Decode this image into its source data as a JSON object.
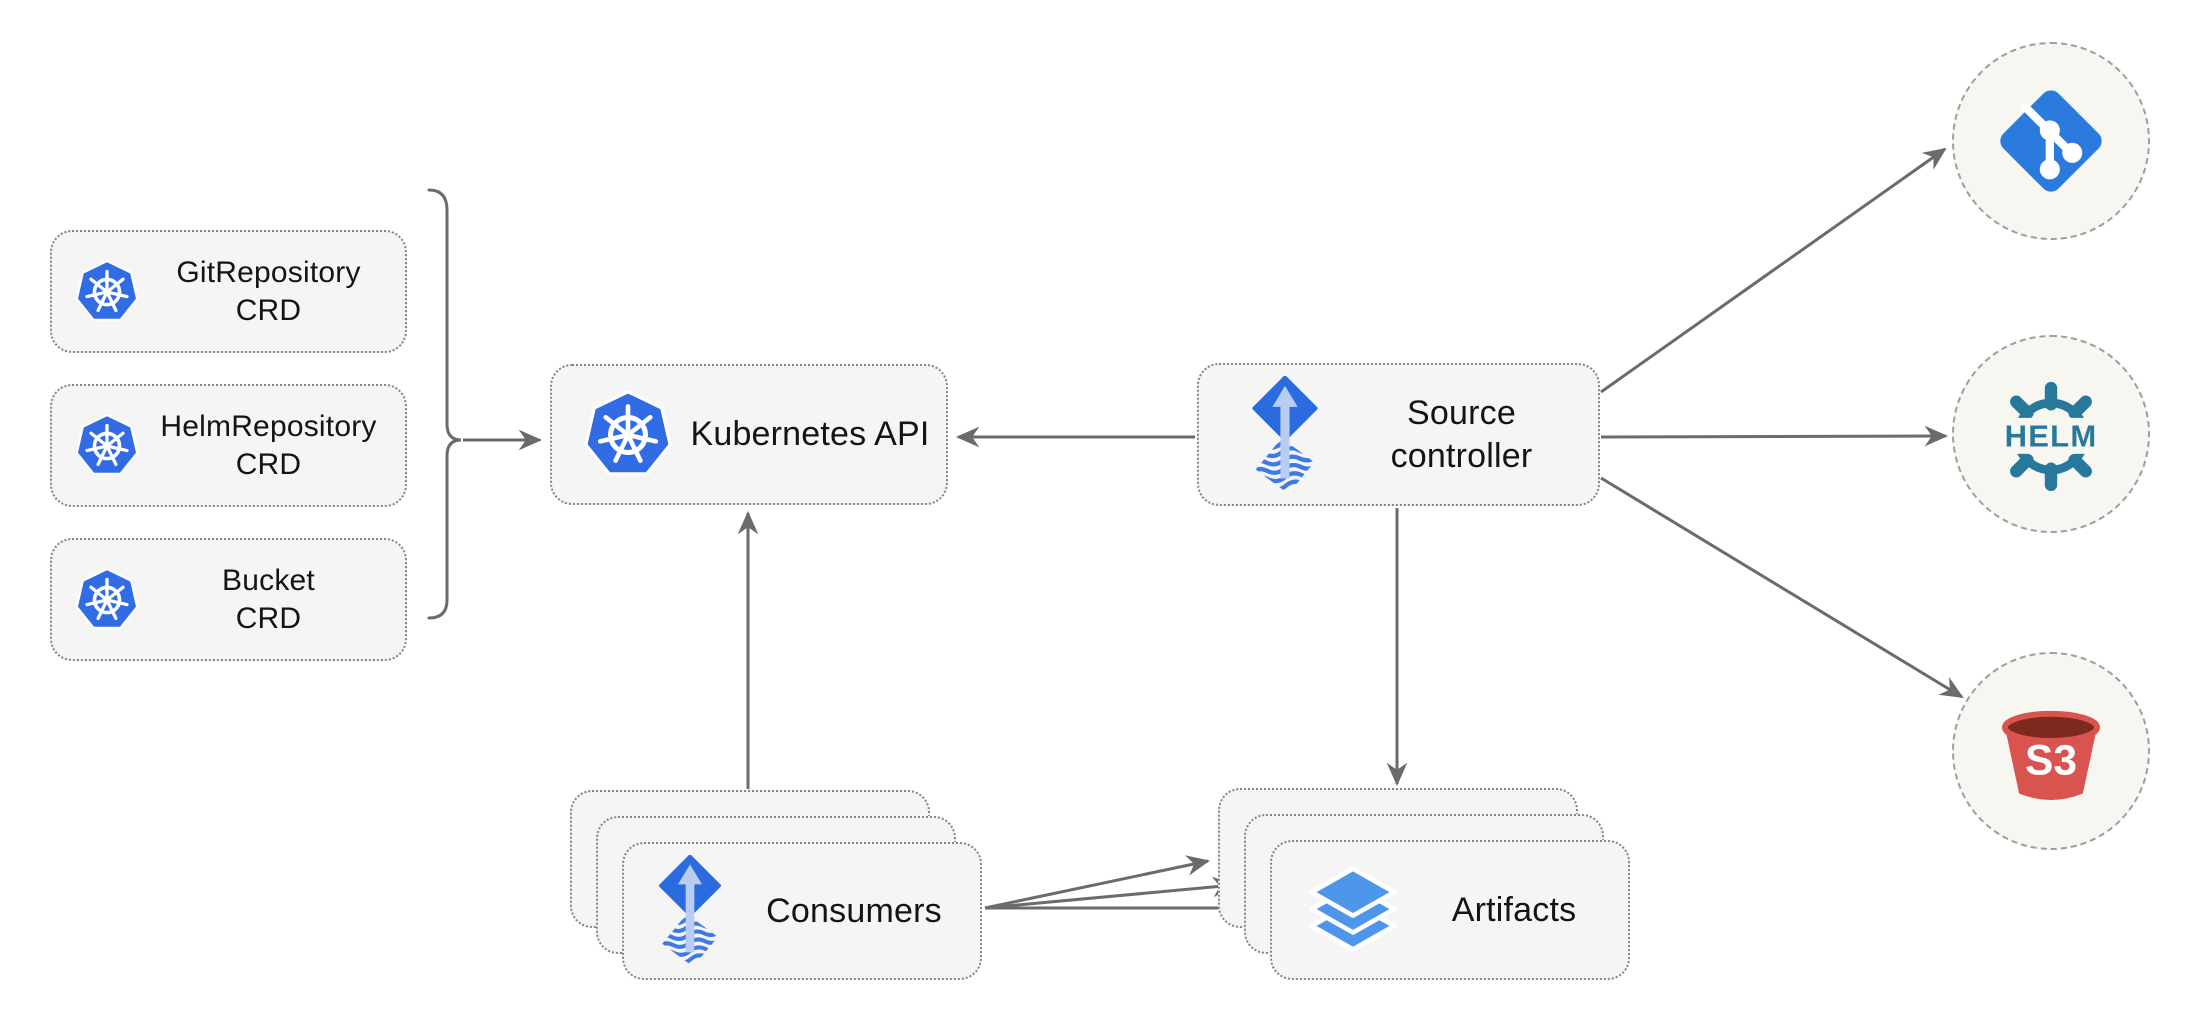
{
  "diagram": {
    "title_hint": "Flux source-controller architecture",
    "crd_boxes": [
      {
        "title": "GitRepository",
        "subtitle": "CRD"
      },
      {
        "title": "HelmRepository",
        "subtitle": "CRD"
      },
      {
        "title": "Bucket",
        "subtitle": "CRD"
      }
    ],
    "kubernetes_api": {
      "label": "Kubernetes API"
    },
    "source_controller": {
      "line1": "Source",
      "line2": "controller"
    },
    "consumers": {
      "label": "Consumers"
    },
    "artifacts": {
      "label": "Artifacts"
    },
    "external_sources": {
      "helm_label": "HELM",
      "s3_label": "S3"
    },
    "edges": [
      {
        "from": "crd-group-bracket",
        "to": "kubernetes-api"
      },
      {
        "from": "source-controller",
        "to": "kubernetes-api"
      },
      {
        "from": "consumers",
        "to": "kubernetes-api"
      },
      {
        "from": "source-controller",
        "to": "artifacts"
      },
      {
        "from": "source-controller",
        "to": "git"
      },
      {
        "from": "source-controller",
        "to": "helm"
      },
      {
        "from": "source-controller",
        "to": "s3"
      },
      {
        "from": "consumers",
        "to": "artifacts-back"
      },
      {
        "from": "consumers",
        "to": "artifacts-middle"
      },
      {
        "from": "consumers",
        "to": "artifacts-front"
      }
    ],
    "colors": {
      "kubernetes_blue": "#326CE5",
      "flux_blue": "#2B6BE0",
      "flux_wave_blue": "#3F79E8",
      "flux_arrow_light": "#B9CDF2",
      "layers_blue": "#4D96EA",
      "git_blue": "#2B7BDE",
      "helm_teal": "#27799C",
      "s3_red": "#D9534F",
      "s3_dark": "#7C2A1E",
      "node_fill": "#F5F5F5",
      "circle_fill": "#F7F6F1",
      "connector_gray": "#6B6B6B",
      "border_gray": "#858585"
    }
  }
}
